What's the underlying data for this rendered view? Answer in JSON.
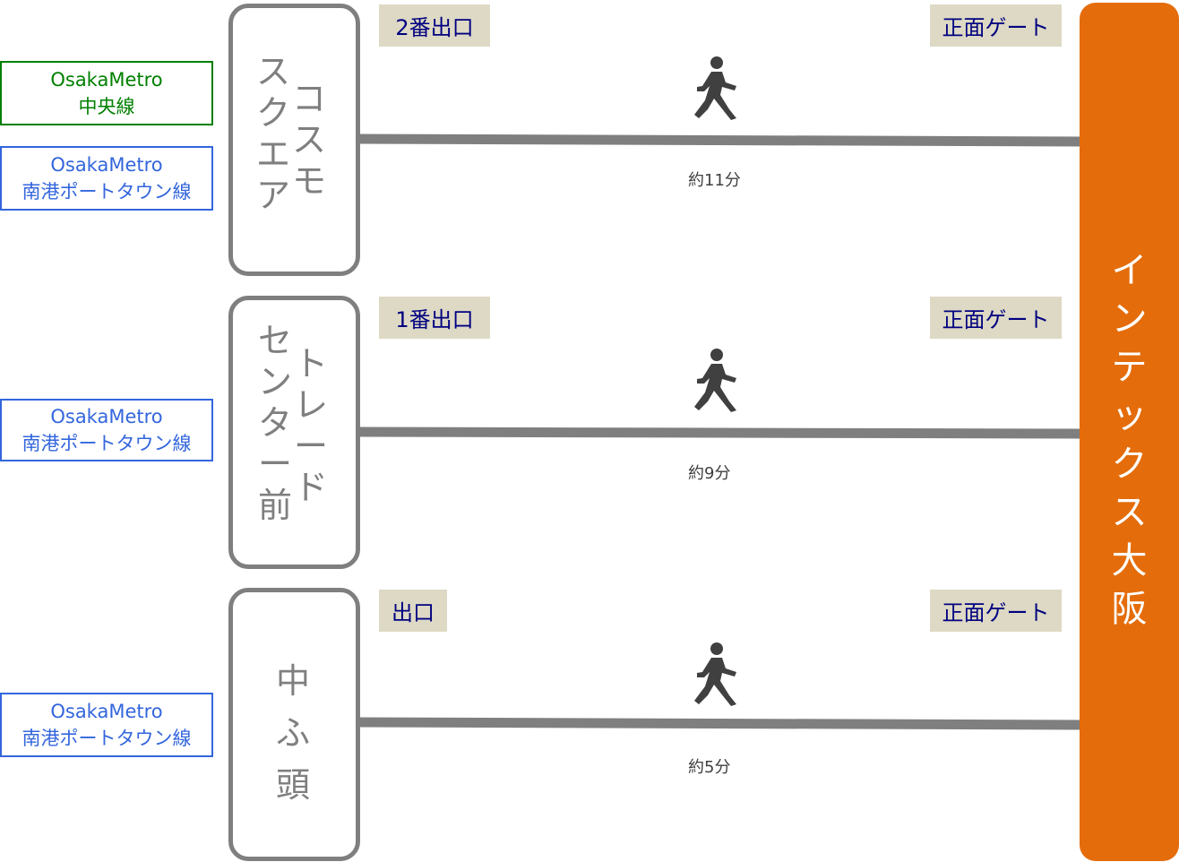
{
  "colors": {
    "metro_chuo": "#008000",
    "metro_nanko": "#3366dd",
    "destination": "#e46c0a",
    "station_border": "#7f7f7f",
    "tag_bg": "#ddd9c4",
    "tag_text": "#000080"
  },
  "lines": {
    "chuo": {
      "brand": "OsakaMetro",
      "name": "中央線"
    },
    "nanko_1": {
      "brand": "OsakaMetro",
      "name": "南港ポートタウン線"
    },
    "nanko_2": {
      "brand": "OsakaMetro",
      "name": "南港ポートタウン線"
    },
    "nanko_3": {
      "brand": "OsakaMetro",
      "name": "南港ポートタウン線"
    }
  },
  "stations": {
    "cosmo": {
      "col1": [
        "コ",
        "ス",
        "モ"
      ],
      "col2": [
        "ス",
        "ク",
        "エ",
        "ア"
      ]
    },
    "trade": {
      "col1": [
        "ト",
        "レ",
        "ー",
        "ド"
      ],
      "col2": [
        "セ",
        "ン",
        "タ",
        "ー",
        "前"
      ]
    },
    "chufuto": {
      "col": [
        "中",
        "ふ",
        "頭"
      ]
    }
  },
  "routes": [
    {
      "exit": "2番出口",
      "gate": "正面ゲート",
      "time": "約11分",
      "icon": "walking-person-icon"
    },
    {
      "exit": "1番出口",
      "gate": "正面ゲート",
      "time": "約9分",
      "icon": "walking-person-icon"
    },
    {
      "exit": "出口",
      "gate": "正面ゲート",
      "time": "約5分",
      "icon": "walking-person-icon"
    }
  ],
  "destination": {
    "chars": [
      "イ",
      "ン",
      "テ",
      "ッ",
      "ク",
      "ス",
      "大",
      "阪"
    ]
  }
}
